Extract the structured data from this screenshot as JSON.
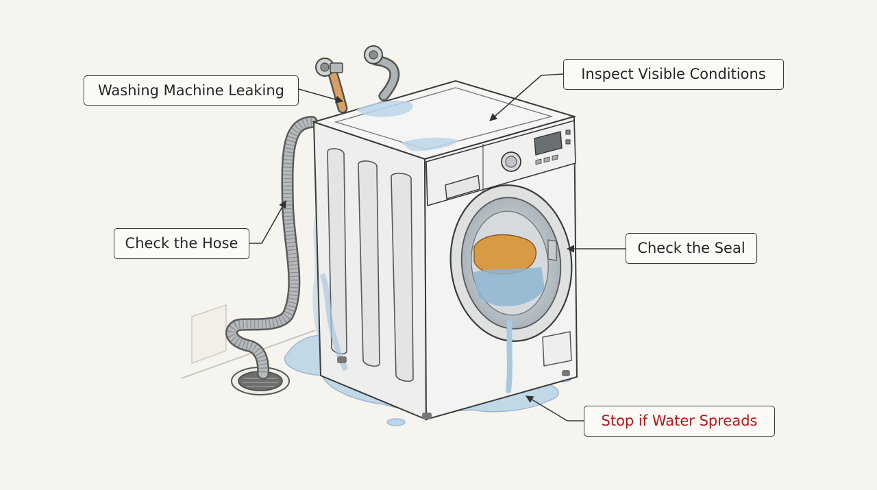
{
  "callouts": {
    "title": "Washing Machine Leaking",
    "inspect": "Inspect Visible Conditions",
    "hose": "Check the Hose",
    "seal": "Check the Seal",
    "stop": "Stop if Water Spreads"
  },
  "colors": {
    "background": "#f6f4ee",
    "outline": "#3a3a3a",
    "water": "#b9d3e6",
    "warning_text": "#b3161c",
    "hot_hose": "#d9a063",
    "laundry": "#d99a45"
  }
}
